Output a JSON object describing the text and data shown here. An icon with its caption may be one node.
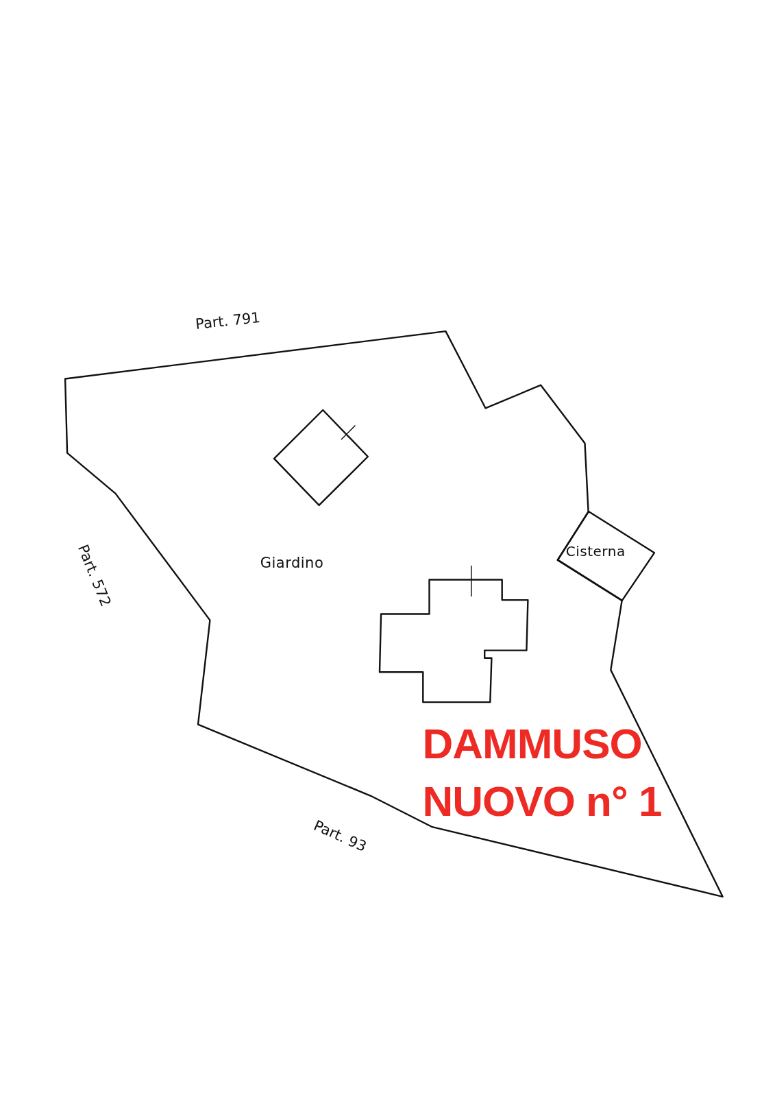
{
  "diagram": {
    "nodes": [
      {
        "text": [
          "Giardino"
        ]
      },
      {
        "text": [],
        "shape": "diamond",
        "in": 0
      },
      {
        "text": [],
        "shape": "box",
        "in": 0
      },
      {
        "text": [
          "Cisterna"
        ]
      }
    ],
    "labels": [
      "Part. 791",
      "Part. 572",
      "Part. 93",
      "DAMMUSO NUOVO n° 1"
    ]
  }
}
